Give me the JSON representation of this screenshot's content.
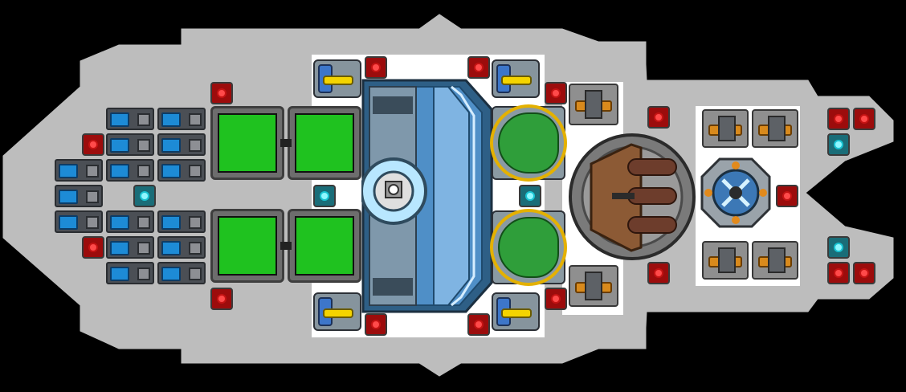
{
  "scene": {
    "title": "",
    "colors": {
      "background": "#000000",
      "hull": "#bdbdbd",
      "deck": "#ffffff",
      "screen": "#1fc21f",
      "reactor": "#4f8fc7",
      "red_button": "#c41313",
      "cyan_button": "#19c4d3",
      "brass": "#d98a1c"
    }
  },
  "ship": {
    "sections": [
      {
        "name": "cryo-bank",
        "icon": "cryo-pod-icon"
      },
      {
        "name": "green-monitor-bay",
        "icon": "monitor-icon"
      },
      {
        "name": "reactor-core",
        "icon": "reactor-icon"
      },
      {
        "name": "green-pod-bay",
        "icon": "pod-icon"
      },
      {
        "name": "cargo-drum",
        "icon": "drum-icon"
      },
      {
        "name": "brass-engine-bay",
        "icon": "engine-icon"
      }
    ]
  }
}
